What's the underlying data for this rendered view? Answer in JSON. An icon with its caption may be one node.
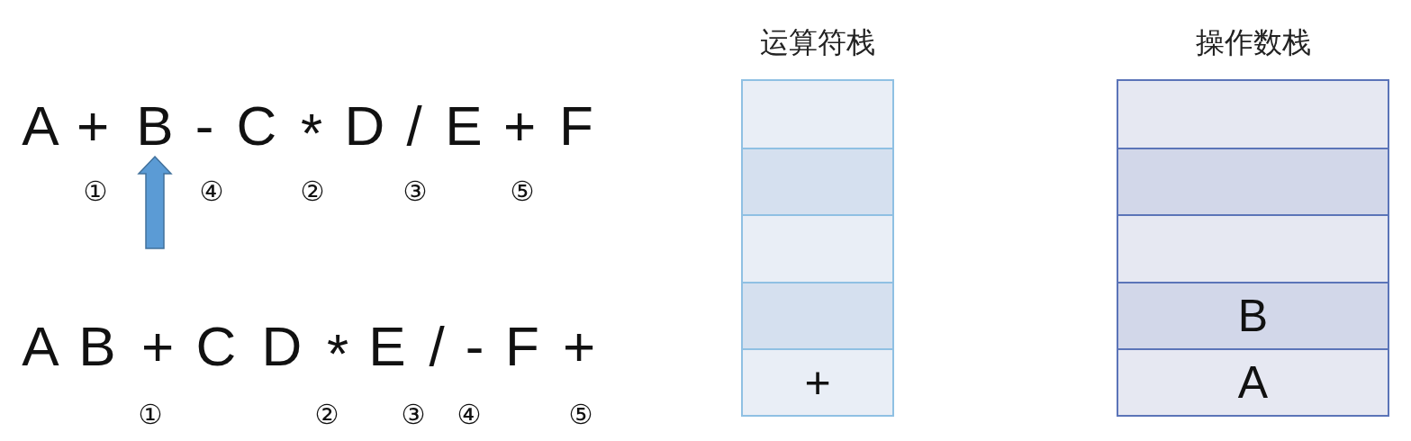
{
  "diagram": {
    "nodes": [
      {
        "text": [
          "运算符栈"
        ]
      },
      {
        "text": [],
        "shape": "box",
        "in": 0
      },
      {
        "text": [],
        "shape": "box",
        "in": 0
      },
      {
        "text": [],
        "shape": "box",
        "in": 0
      },
      {
        "text": [],
        "shape": "box",
        "in": 0
      },
      {
        "text": [
          "+"
        ],
        "in": 0
      },
      {
        "text": [
          "操作数栈"
        ]
      },
      {
        "text": [],
        "shape": "box",
        "in": 6
      },
      {
        "text": [],
        "shape": "box",
        "in": 6
      },
      {
        "text": [],
        "shape": "box",
        "in": 6
      },
      {
        "text": [
          "B"
        ],
        "in": 6
      },
      {
        "text": [
          "A"
        ],
        "in": 6
      }
    ],
    "edges": [],
    "labels": [
      "A",
      "+",
      "B",
      "-",
      "C",
      "*",
      "D",
      "/",
      "E",
      "+",
      "F",
      "①",
      "④",
      "②",
      "③",
      "⑤",
      "A",
      "B",
      "+",
      "C",
      "D",
      "*",
      "E",
      "/",
      "-",
      "F",
      "+",
      "①",
      "②",
      "③",
      "④",
      "⑤"
    ]
  }
}
